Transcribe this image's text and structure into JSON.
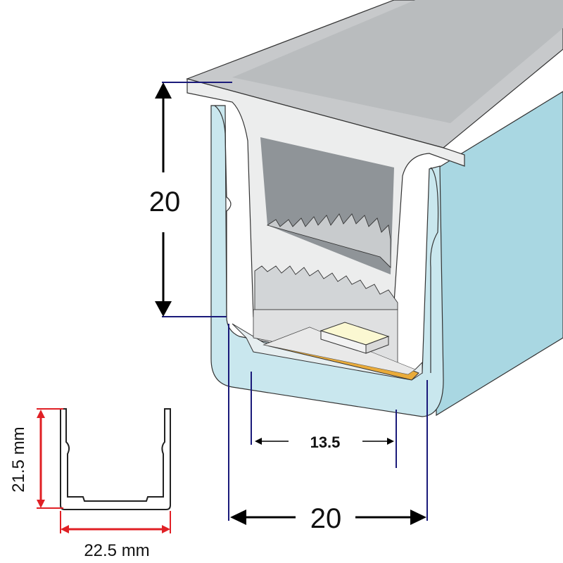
{
  "dimensions": {
    "height_label": "20",
    "inner_width_label": "13.5",
    "outer_width_label": "20"
  },
  "thumbnail": {
    "height_label": "21.5 mm",
    "width_label": "22.5 mm"
  },
  "colors": {
    "profile_fill": "#c9e7ee",
    "profile_side": "#a9d7e2",
    "lid_top": "#c7c9cb",
    "lid_front": "#eceded",
    "inner_face": "#dfe0e1",
    "led_strip": "#e9ab3a",
    "led_chip": "#fbf8d2",
    "dimension_blue": "#1a1a7a",
    "dimension_red": "#e02025",
    "arrow_black": "#000000"
  }
}
